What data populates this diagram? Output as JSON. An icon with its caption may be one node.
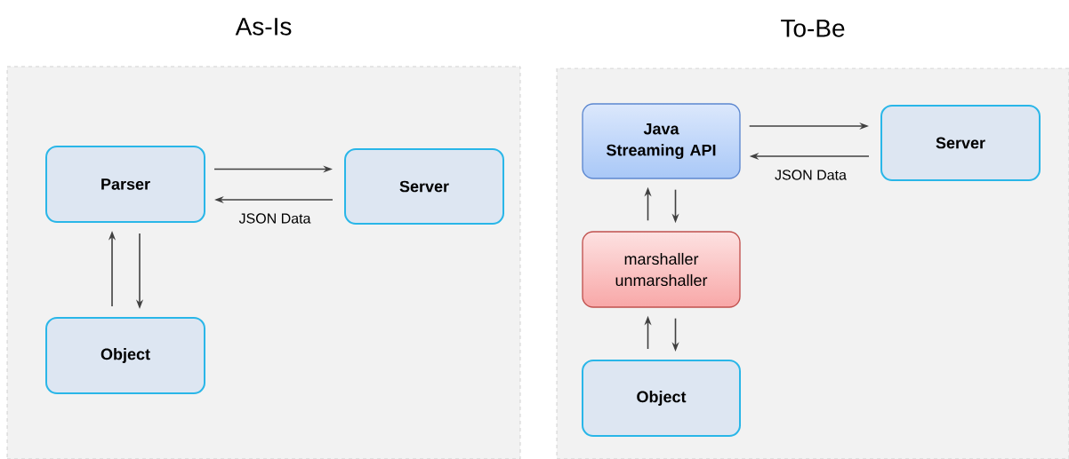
{
  "diagram": {
    "nodes": [
      {
        "text": [
          "As-Is"
        ]
      },
      {
        "text": [
          "Parser"
        ],
        "in": 0
      },
      {
        "text": [
          "Server"
        ],
        "in": 0
      },
      {
        "text": [
          "Object"
        ],
        "in": 0
      },
      {
        "text": [
          "To-Be"
        ]
      },
      {
        "text": [
          "Java Streaming API"
        ],
        "in": 4
      },
      {
        "text": [
          "Server"
        ],
        "in": 4
      },
      {
        "text": [
          "marshaller unmarshaller"
        ],
        "in": 4
      },
      {
        "text": [
          "Object"
        ],
        "in": 4
      }
    ],
    "edges": [
      {
        "from": 1,
        "to": 2,
        "arrow": "to"
      },
      {
        "from": 2,
        "to": 1,
        "arrow": "to",
        "label": "JSON Data"
      },
      {
        "from": 3,
        "to": 1,
        "arrow": "to"
      },
      {
        "from": 1,
        "to": 3,
        "arrow": "to"
      },
      {
        "from": 5,
        "to": 6,
        "arrow": "to"
      },
      {
        "from": 6,
        "to": 5,
        "arrow": "to",
        "label": "JSON Data"
      },
      {
        "from": 7,
        "to": 5,
        "arrow": "to"
      },
      {
        "from": 5,
        "to": 7,
        "arrow": "to"
      },
      {
        "from": 8,
        "to": 7,
        "arrow": "to"
      },
      {
        "from": 7,
        "to": 8,
        "arrow": "to"
      }
    ]
  }
}
